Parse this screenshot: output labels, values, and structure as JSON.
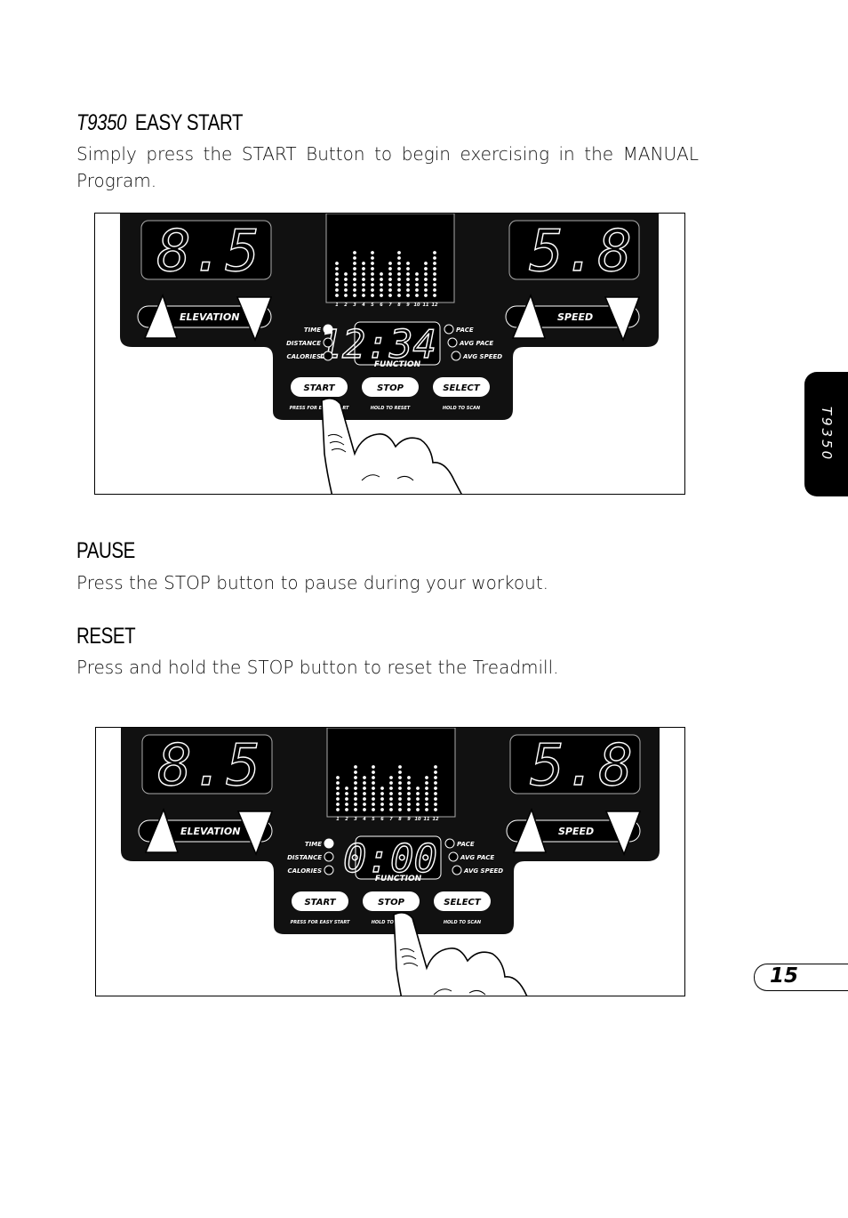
{
  "section_easy_start": {
    "model": "T9350",
    "title": "EASY START",
    "body": "Simply press the START Button to begin exercising in the MANUAL Program."
  },
  "section_pause": {
    "title": "PAUSE",
    "body": "Press the STOP button to pause during your workout."
  },
  "section_reset": {
    "title": "RESET",
    "body": "Press and hold the STOP button to reset the Treadmill."
  },
  "side_tab": {
    "label": "T9350"
  },
  "page_number": "15",
  "console_labels": {
    "elevation": "ELEVATION",
    "speed": "SPEED",
    "function": "FUNCTION",
    "time": "TIME",
    "distance": "DISTANCE",
    "calories": "CALORIES",
    "pace": "PACE",
    "avg_pace": "AVG PACE",
    "avg_speed": "AVG SPEED",
    "start": "START",
    "stop": "STOP",
    "select": "SELECT",
    "press_for_easy_start": "PRESS FOR EASY START",
    "hold_to_reset": "HOLD TO RESET",
    "hold_to_scan": "HOLD TO SCAN",
    "profile_ticks": [
      "1",
      "2",
      "3",
      "4",
      "5",
      "6",
      "7",
      "8",
      "9",
      "10",
      "11",
      "12"
    ]
  },
  "consoles": [
    {
      "elevation_value": "8.5",
      "speed_value": "5.8",
      "function_value": "12:34",
      "pressed": "start"
    },
    {
      "elevation_value": "8.5",
      "speed_value": "5.8",
      "function_value": "0:00",
      "pressed": "stop"
    }
  ],
  "profile_columns": [
    2,
    1,
    3,
    2,
    3,
    1,
    2,
    3,
    2,
    1,
    2,
    3
  ]
}
